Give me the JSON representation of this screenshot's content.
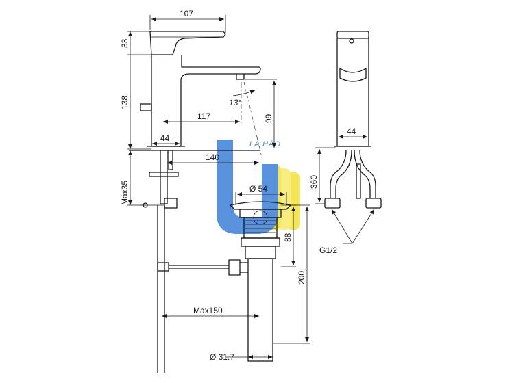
{
  "dimensions": {
    "width_107": "107",
    "height_33": "33",
    "height_138": "138",
    "reach_117": "117",
    "angle_13": "13°",
    "height_99": "99",
    "width_44_front": "44",
    "reach_140": "140",
    "max35": "Max35",
    "dia_54": "Ø 54",
    "height_88": "88",
    "height_200": "200",
    "max150": "Max150",
    "dia_31_7": "Ø 31.7",
    "width_44_side": "44",
    "height_360": "360",
    "thread_g12": "G1/2"
  },
  "watermark": {
    "text": "LA HÀO",
    "colors": {
      "blue": "#3b7fd6",
      "yellow": "#f4e23a",
      "ink": "#2f6cc0"
    }
  }
}
